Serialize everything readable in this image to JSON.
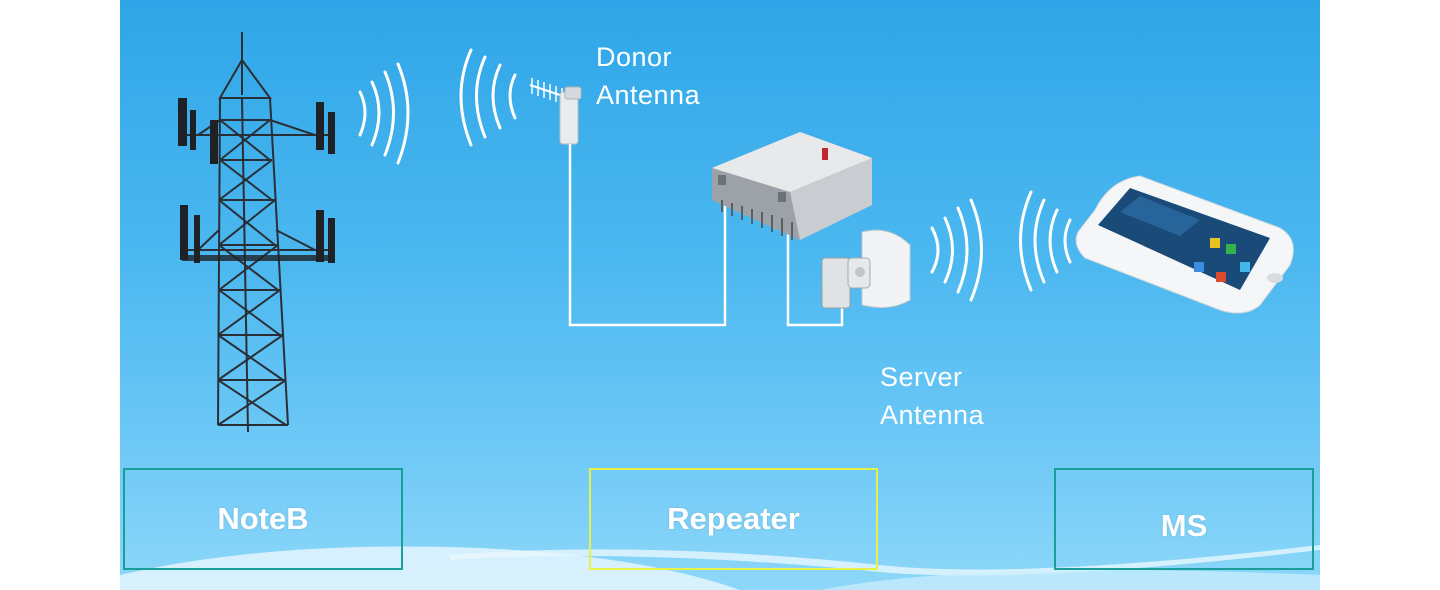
{
  "labels": {
    "donor": [
      "Donor",
      "Antenna"
    ],
    "server": [
      "Server",
      "Antenna"
    ]
  },
  "boxes": {
    "nodeb": "NoteB",
    "repeater": "Repeater",
    "ms": "MS"
  },
  "colors": {
    "background_top": "#2fa6e8",
    "background_bottom": "#8dd7f9",
    "box_teal": "#1a9e9a",
    "box_yellow": "#e8f04a",
    "wire": "#ffffff"
  },
  "icons": [
    "cell-tower-icon",
    "yagi-antenna-icon",
    "repeater-unit-icon",
    "panel-antenna-icon",
    "smartphone-icon",
    "signal-waves-icon"
  ]
}
